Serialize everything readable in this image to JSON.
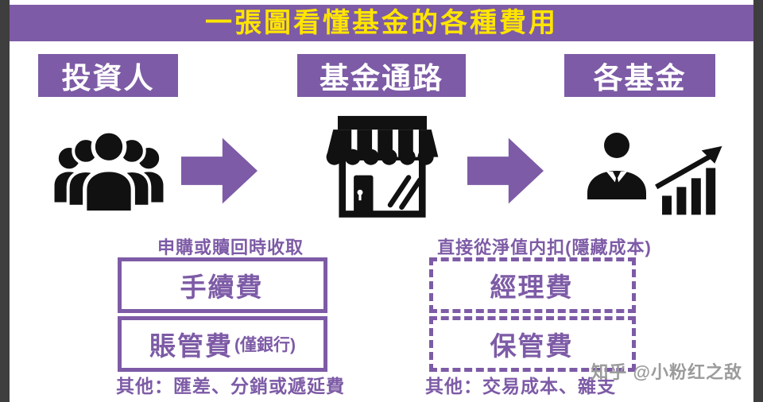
{
  "title": "一張圖看懂基金的各種費用",
  "columns": [
    {
      "label": "投資人",
      "icon": "people-group-icon"
    },
    {
      "label": "基金通路",
      "icon": "storefront-icon"
    },
    {
      "label": "各基金",
      "icon": "businessman-icon + bar-chart-growth-icon"
    }
  ],
  "flow": {
    "arrow_icon": "arrow-right",
    "arrow_count": 2
  },
  "left_section": {
    "heading": "申購或贖回時收取",
    "boxes": [
      {
        "main": "手續費",
        "suffix": ""
      },
      {
        "main": "賬管費",
        "suffix": "(僅銀行)"
      }
    ],
    "note": "其他：匯差、分銷或遞延費",
    "box_border": "solid"
  },
  "right_section": {
    "heading": "直接從淨值内扣(隱藏成本)",
    "boxes": [
      {
        "main": "經理費",
        "suffix": ""
      },
      {
        "main": "保管費",
        "suffix": ""
      }
    ],
    "note": "其他：交易成本、雜支",
    "box_border": "dashed"
  },
  "watermark": "知乎 @小粉红之敌",
  "colors": {
    "purple": "#7D5BA6",
    "title_yellow": "#FFE500",
    "icon_black": "#111111",
    "edge_dark": "#3E3E3E",
    "watermark_gray": "#9B9B9B"
  }
}
